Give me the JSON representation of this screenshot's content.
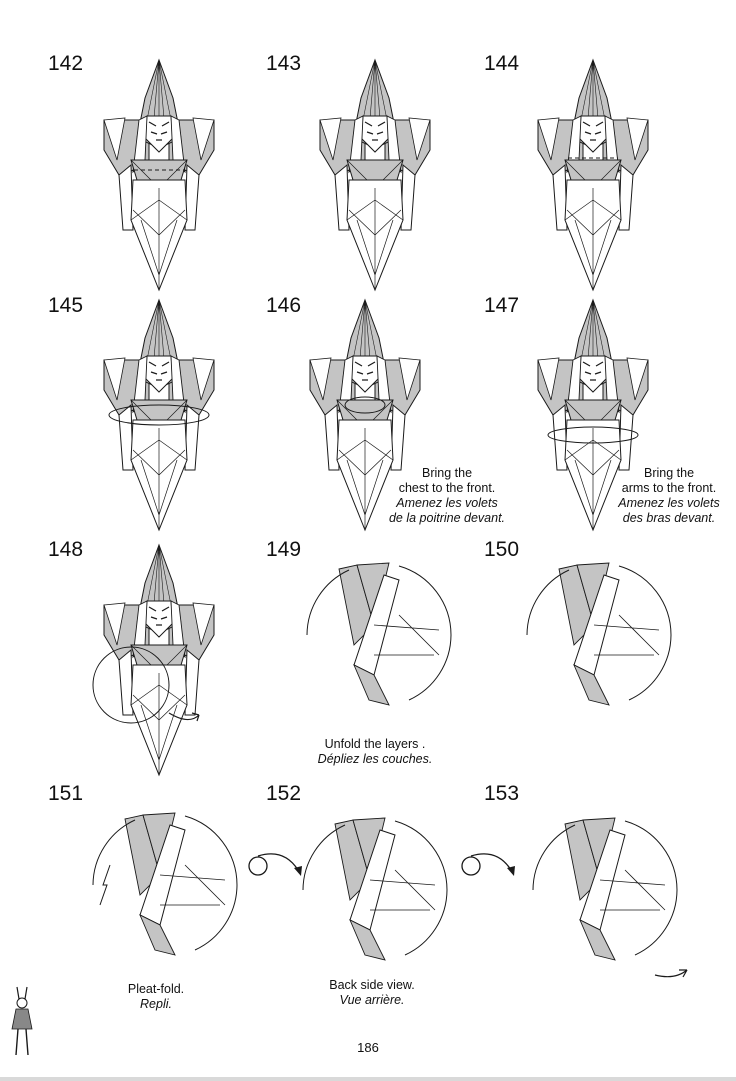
{
  "steps": [
    "142",
    "143",
    "144",
    "145",
    "146",
    "147",
    "148",
    "149",
    "150",
    "151",
    "152",
    "153"
  ],
  "captions": {
    "c146": {
      "en1": "Bring the",
      "en2": "chest to the front.",
      "fr1": "Amenez les volets",
      "fr2": "de la poitrine devant."
    },
    "c147": {
      "en1": "Bring the",
      "en2": "arms to the front.",
      "fr1": "Amenez les volets",
      "fr2": "des bras devant."
    },
    "c149": {
      "en": "Unfold the layers .",
      "fr": "Dépliez les couches."
    },
    "c151": {
      "en": "Pleat-fold.",
      "fr": "Repli."
    },
    "c152": {
      "en": "Back side view.",
      "fr": "Vue arrière."
    }
  },
  "page_number": "186",
  "colors": {
    "paper_grey": "#c4c4c4",
    "line": "#1a1a1a",
    "paper_white": "#ffffff"
  },
  "icons": [
    "turn-over-eye-icon",
    "arrow-icon",
    "mini-figure-icon"
  ]
}
